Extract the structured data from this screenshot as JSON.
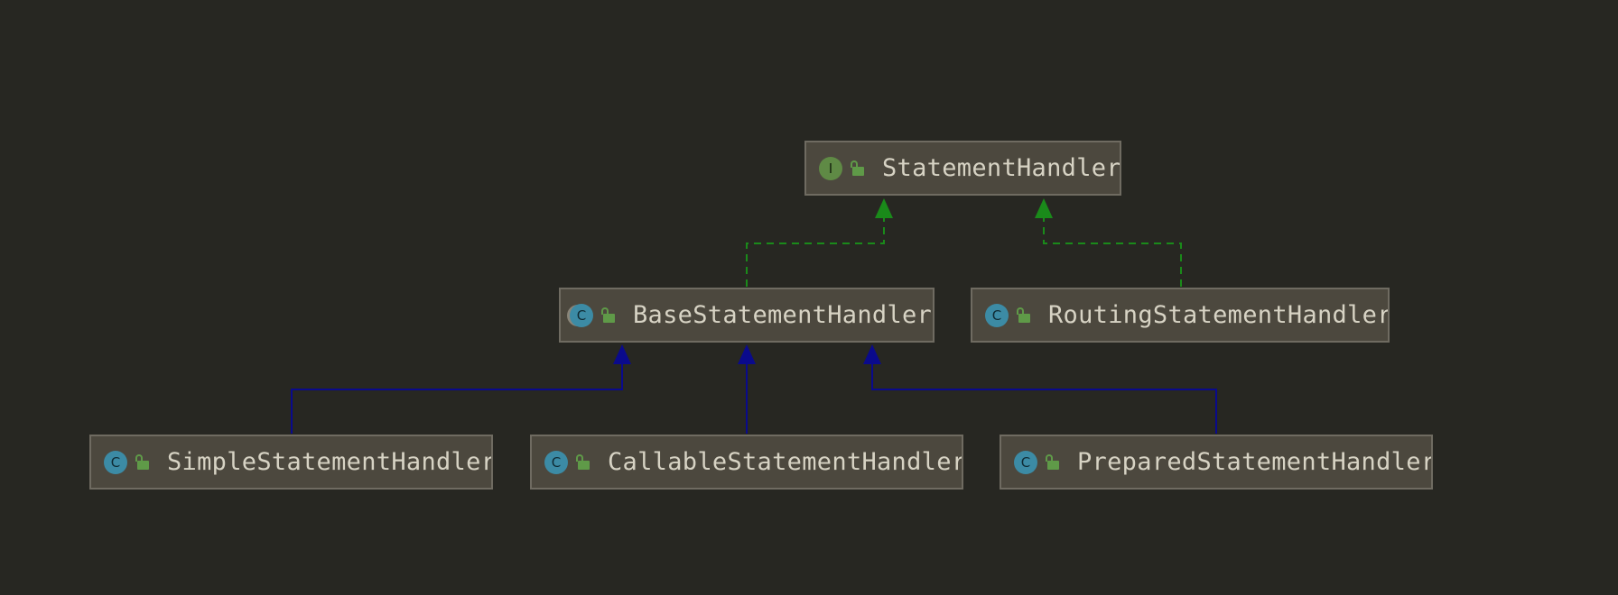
{
  "diagram": {
    "nodes": [
      {
        "id": "statement-handler",
        "label": "StatementHandler",
        "kind": "interface",
        "badge": "I",
        "visibility": "public"
      },
      {
        "id": "base-statement-handler",
        "label": "BaseStatementHandler",
        "kind": "abstract-class",
        "badge": "C",
        "visibility": "public"
      },
      {
        "id": "routing-statement-handler",
        "label": "RoutingStatementHandler",
        "kind": "class",
        "badge": "C",
        "visibility": "public"
      },
      {
        "id": "simple-statement-handler",
        "label": "SimpleStatementHandler",
        "kind": "class",
        "badge": "C",
        "visibility": "public"
      },
      {
        "id": "callable-statement-handler",
        "label": "CallableStatementHandler",
        "kind": "class",
        "badge": "C",
        "visibility": "public"
      },
      {
        "id": "prepared-statement-handler",
        "label": "PreparedStatementHandler",
        "kind": "class",
        "badge": "C",
        "visibility": "public"
      }
    ],
    "edges": [
      {
        "from": "base-statement-handler",
        "to": "statement-handler",
        "type": "implements"
      },
      {
        "from": "routing-statement-handler",
        "to": "statement-handler",
        "type": "implements"
      },
      {
        "from": "simple-statement-handler",
        "to": "base-statement-handler",
        "type": "extends"
      },
      {
        "from": "callable-statement-handler",
        "to": "base-statement-handler",
        "type": "extends"
      },
      {
        "from": "prepared-statement-handler",
        "to": "base-statement-handler",
        "type": "extends"
      }
    ],
    "colors": {
      "background": "#272722",
      "node_fill": "#4c483e",
      "node_border": "#6f6b61",
      "label_text": "#d7d3c4",
      "implements_edge": "#1a8a1a",
      "extends_edge": "#0a0a8c",
      "interface_badge": "#5f8a45",
      "class_badge": "#3c8ba5",
      "visibility_icon": "#5f9a48"
    }
  }
}
